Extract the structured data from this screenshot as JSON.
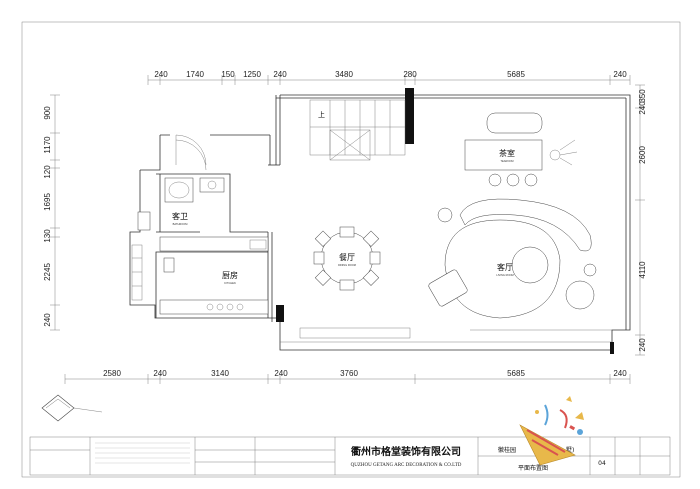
{
  "dimensions_top": [
    "240",
    "1740",
    "150",
    "1250",
    "240",
    "3480",
    "280",
    "5685",
    "240"
  ],
  "dimensions_bottom": [
    "2580",
    "240",
    "3140",
    "240",
    "3760",
    "5685",
    "240"
  ],
  "dimensions_left": [
    "900",
    "1170",
    "120",
    "1695",
    "130",
    "2245",
    "240"
  ],
  "dimensions_right": [
    "350",
    "240",
    "2600",
    "4110",
    "240"
  ],
  "rooms": {
    "guest_bath": {
      "zh": "客卫",
      "en": "BATHROOM"
    },
    "kitchen": {
      "zh": "厨房",
      "en": "KITCHEN"
    },
    "dining": {
      "zh": "餐厅",
      "en": "DINING ROOM"
    },
    "tea_room": {
      "zh": "茶室",
      "en": "TEAROOM"
    },
    "living": {
      "zh": "客厅",
      "en": "LIVING ROOM"
    }
  },
  "labels": {
    "up": "上"
  },
  "title_block": {
    "company_zh": "衢州市格堂装饰有限公司",
    "company_en": "QUZHOU GETANG ARC DECORATION & CO.LTD",
    "drawing_title": "平面布置图",
    "sheet_no": "04",
    "project_prefix": "徽桂园",
    "project_suffix": "墅)"
  },
  "colors": {
    "wall": "#333333",
    "column": "#111111",
    "confetti_gold": "#E8B84A",
    "confetti_red": "#D9534F",
    "confetti_blue": "#5BA4D9"
  }
}
